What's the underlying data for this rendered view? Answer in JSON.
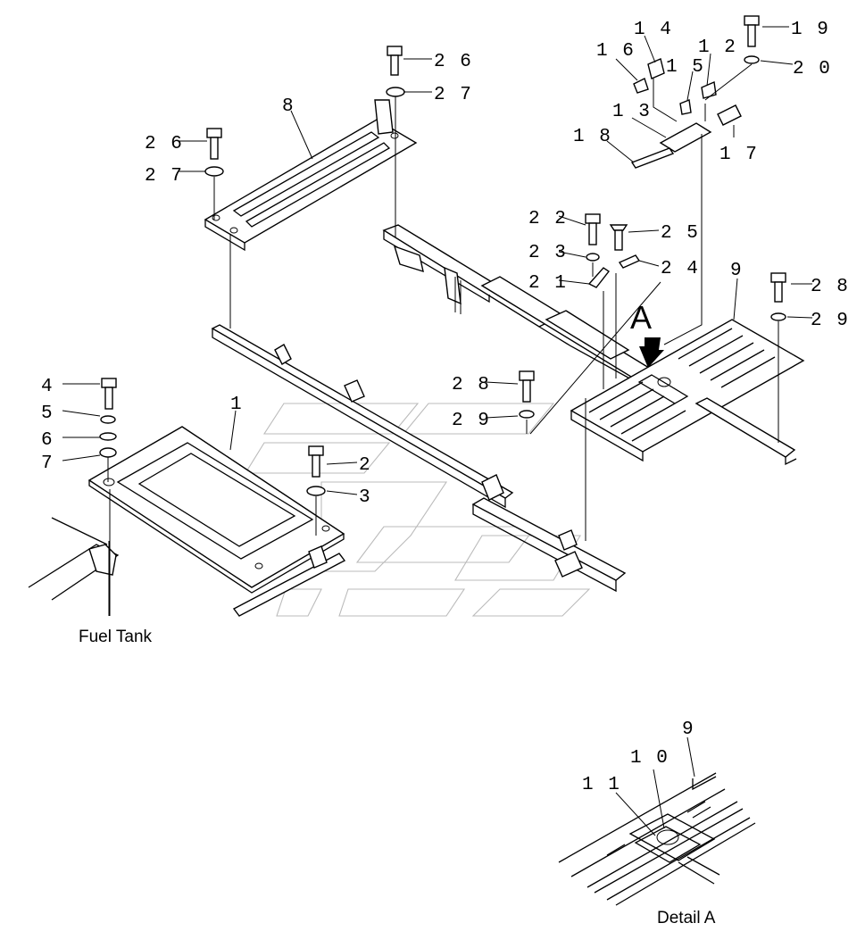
{
  "parts": {
    "p1": "1",
    "p2": "2",
    "p3": "3",
    "p4": "4",
    "p5": "5",
    "p6": "6",
    "p7": "7",
    "p8": "8",
    "p9": "9",
    "p10": "1 0",
    "p11": "1 1",
    "p12": "1 2",
    "p13": "1 3",
    "p14": "1 4",
    "p15": "1 5",
    "p16": "1 6",
    "p17": "1 7",
    "p18": "1 8",
    "p19": "1 9",
    "p20": "2 0",
    "p21": "2 1",
    "p22": "2 2",
    "p23": "2 3",
    "p24": "2 4",
    "p25": "2 5",
    "p26": "2 6",
    "p27": "2 7",
    "p28": "2 8",
    "p29": "2 9"
  },
  "captions": {
    "fuel_tank": "Fuel Tank",
    "detail_a": "Detail A",
    "view_marker": "A"
  },
  "detail_labels": {
    "p9": "9",
    "p10": "1 0",
    "p11": "1 1"
  }
}
